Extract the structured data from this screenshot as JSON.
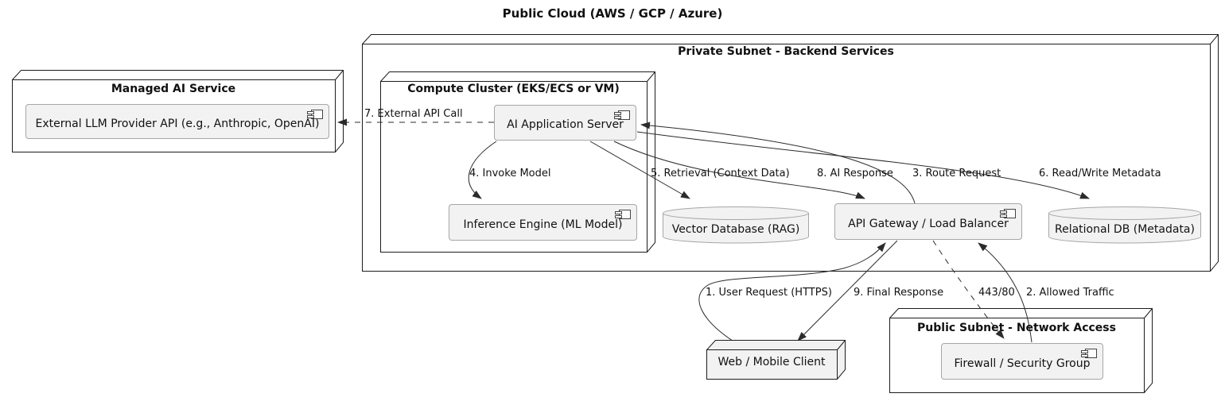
{
  "title": "Public Cloud (AWS / GCP / Azure)",
  "containers": {
    "private_subnet": {
      "title": "Private Subnet - Backend Services"
    },
    "managed_ai_service": {
      "title": "Managed AI Service"
    },
    "compute_cluster": {
      "title": "Compute Cluster (EKS/ECS or VM)"
    },
    "public_subnet": {
      "title": "Public Subnet - Network Access"
    }
  },
  "components": {
    "llm_api": {
      "label": "External LLM Provider API (e.g., Anthropic, OpenAI)",
      "shape": "component"
    },
    "app_server": {
      "label": "AI Application Server",
      "shape": "component"
    },
    "inference_engine": {
      "label": "Inference Engine (ML Model)",
      "shape": "component"
    },
    "api_gateway": {
      "label": "API Gateway / Load Balancer",
      "shape": "component"
    },
    "firewall": {
      "label": "Firewall / Security Group",
      "shape": "component"
    },
    "web_client": {
      "label": "Web / Mobile Client",
      "shape": "node"
    },
    "vector_db": {
      "label": "Vector Database (RAG)",
      "shape": "database"
    },
    "relational_db": {
      "label": "Relational DB (Metadata)",
      "shape": "database"
    }
  },
  "edges": [
    {
      "label": "1. User Request (HTTPS)",
      "from": "web_client",
      "to": "api_gateway",
      "style": "solid"
    },
    {
      "label": "2. Allowed Traffic",
      "from": "firewall",
      "to": "api_gateway",
      "style": "solid"
    },
    {
      "label": "3. Route Request",
      "from": "api_gateway",
      "to": "app_server",
      "style": "solid"
    },
    {
      "label": "4. Invoke Model",
      "from": "app_server",
      "to": "inference_engine",
      "style": "solid"
    },
    {
      "label": "5. Retrieval (Context Data)",
      "from": "app_server",
      "to": "vector_db",
      "style": "solid"
    },
    {
      "label": "6. Read/Write Metadata",
      "from": "app_server",
      "to": "relational_db",
      "style": "solid"
    },
    {
      "label": "7. External API Call",
      "from": "app_server",
      "to": "llm_api",
      "style": "dashed"
    },
    {
      "label": "8. AI Response",
      "from": "app_server",
      "to": "api_gateway",
      "style": "solid"
    },
    {
      "label": "9. Final Response",
      "from": "api_gateway",
      "to": "web_client",
      "style": "solid"
    },
    {
      "label": "443/80",
      "from": "api_gateway",
      "to": "firewall",
      "style": "dashed"
    }
  ],
  "colors": {
    "background": "#ffffff",
    "component_fill": "#f2f2f2",
    "component_border": "#a6a6a6",
    "container_fill": "#ffffff",
    "container_border": "#1c1c1c",
    "arrow": "#2b2b2b",
    "text": "#111111"
  }
}
